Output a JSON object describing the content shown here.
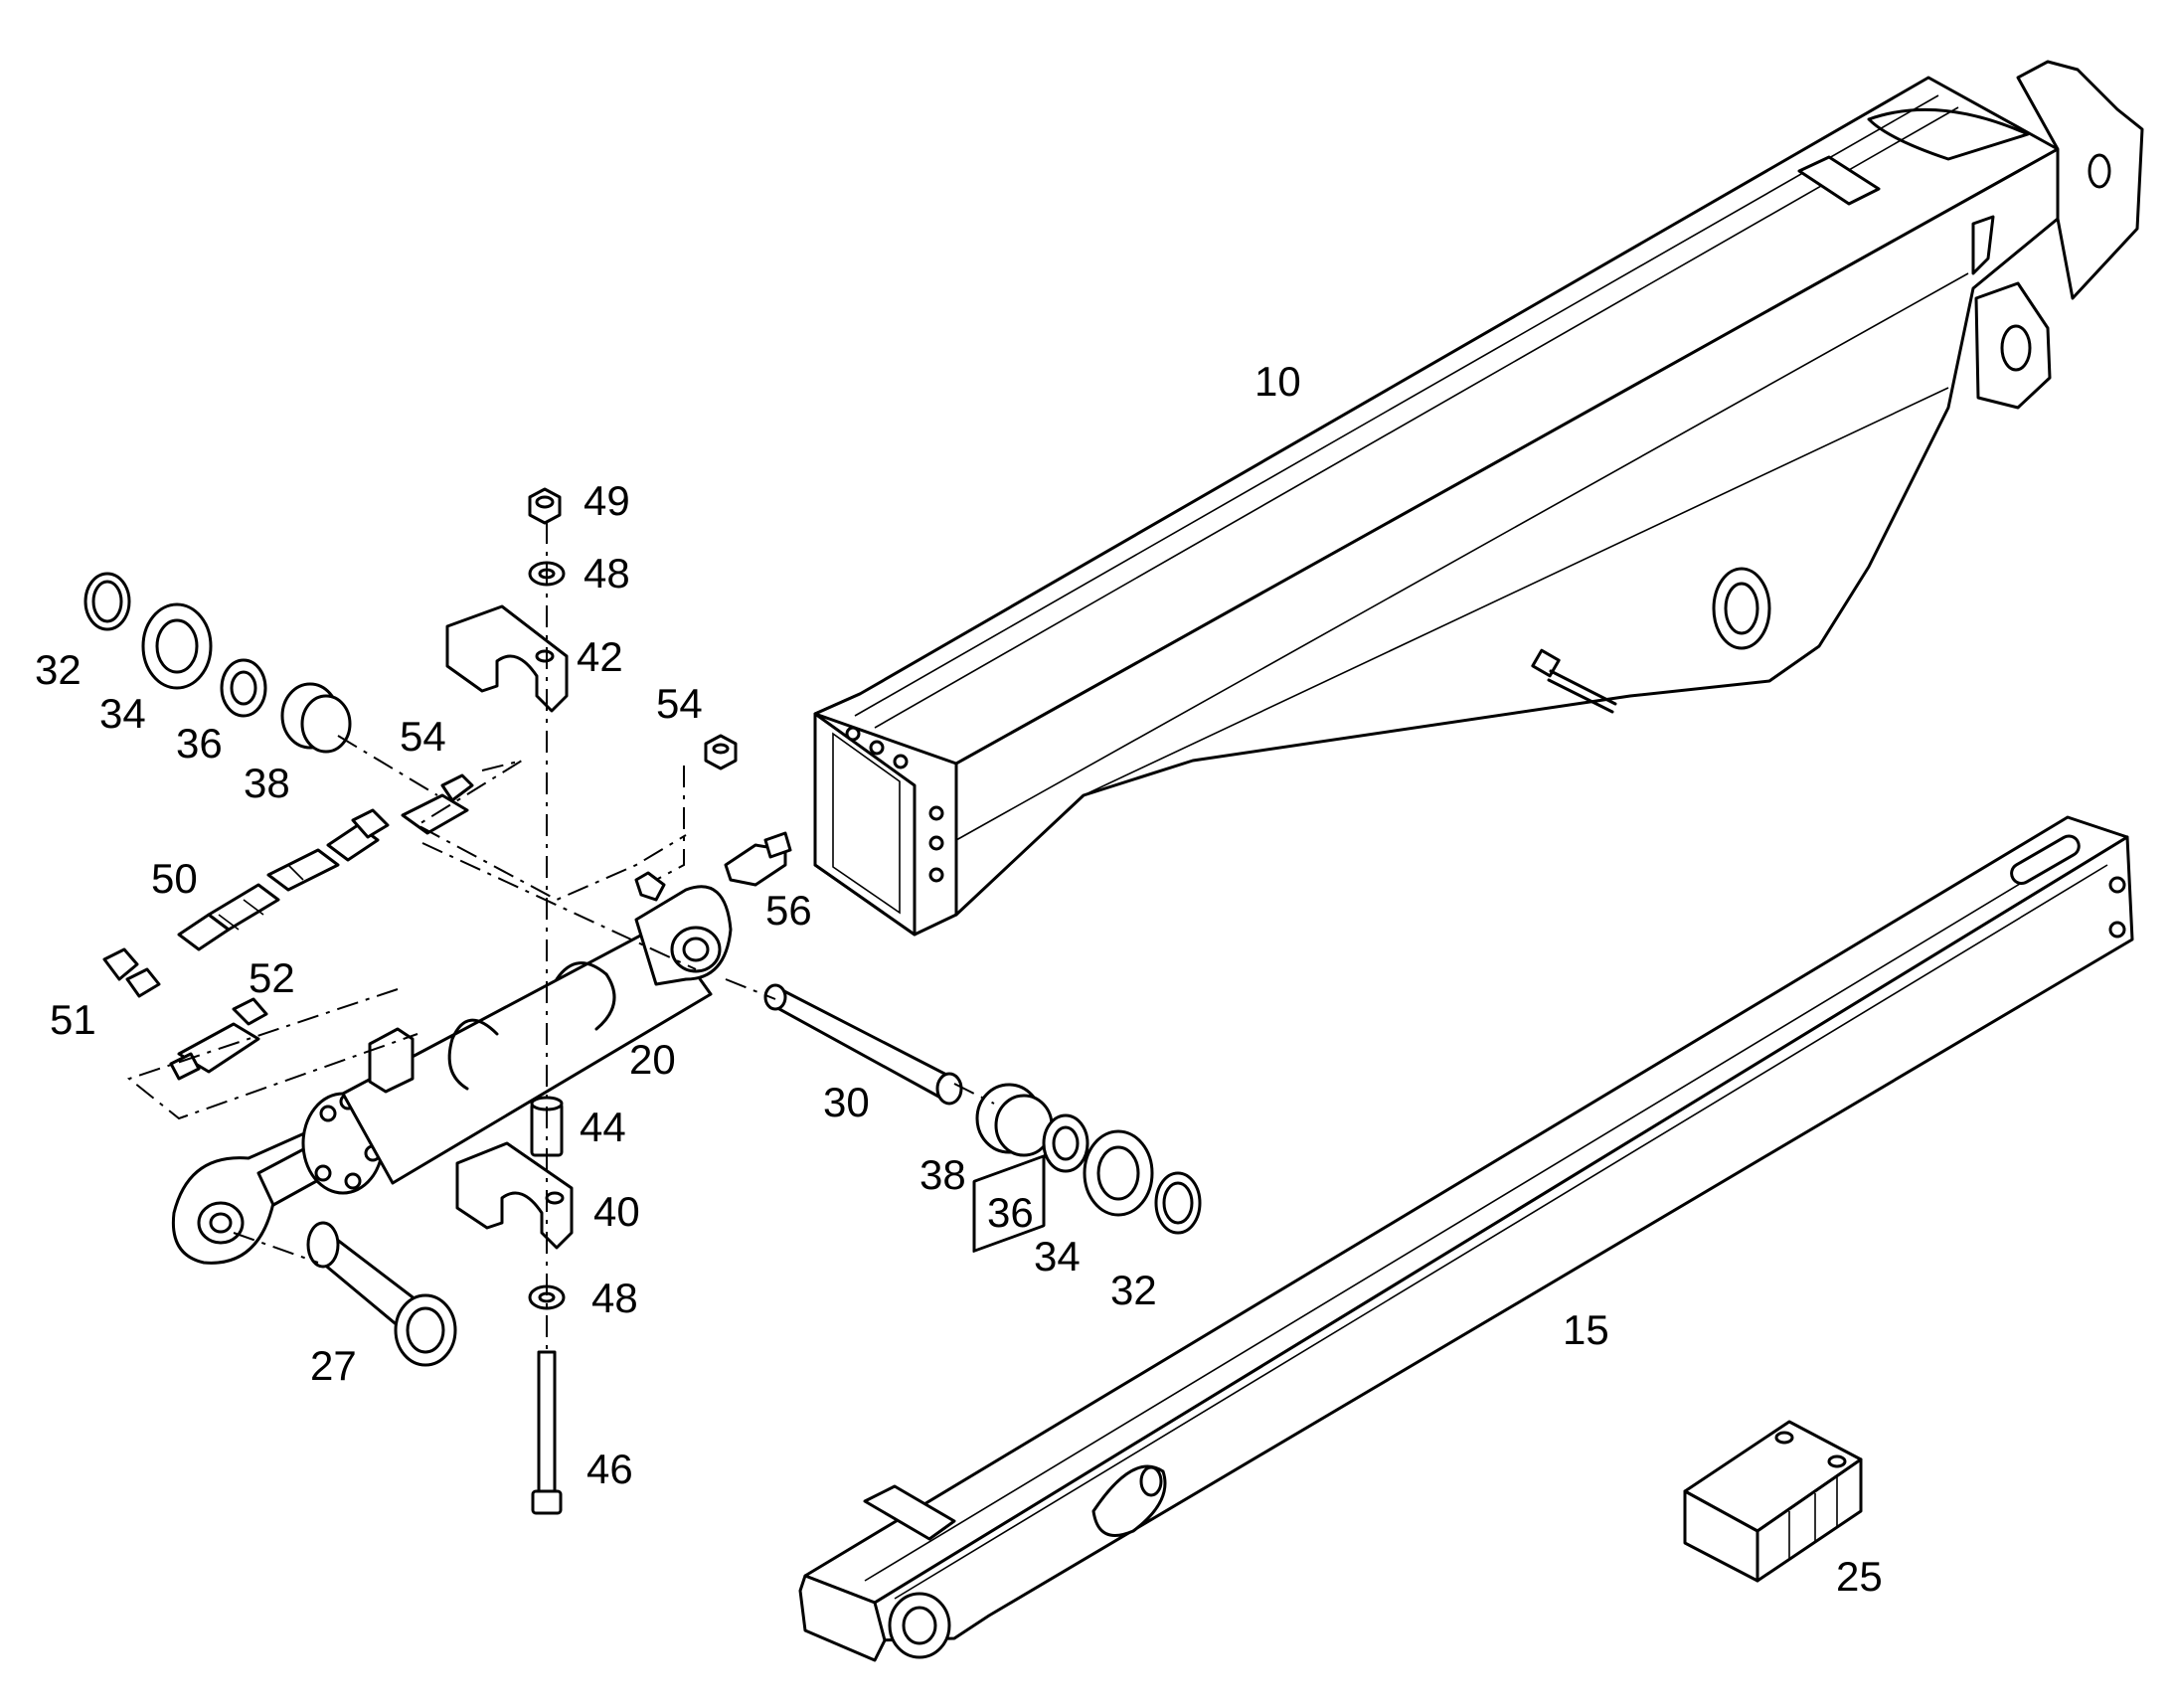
{
  "callouts": {
    "c10": "10",
    "c15": "15",
    "c20": "20",
    "c25": "25",
    "c27": "27",
    "c30": "30",
    "c32a": "32",
    "c32b": "32",
    "c34a": "34",
    "c34b": "34",
    "c36a": "36",
    "c36b": "36",
    "c38a": "38",
    "c38b": "38",
    "c40": "40",
    "c42": "42",
    "c44": "44",
    "c46": "46",
    "c48a": "48",
    "c48b": "48",
    "c49": "49",
    "c50": "50",
    "c51": "51",
    "c52": "52",
    "c54a": "54",
    "c54b": "54",
    "c56": "56"
  },
  "colors": {
    "line": "#000000",
    "background": "#ffffff"
  }
}
